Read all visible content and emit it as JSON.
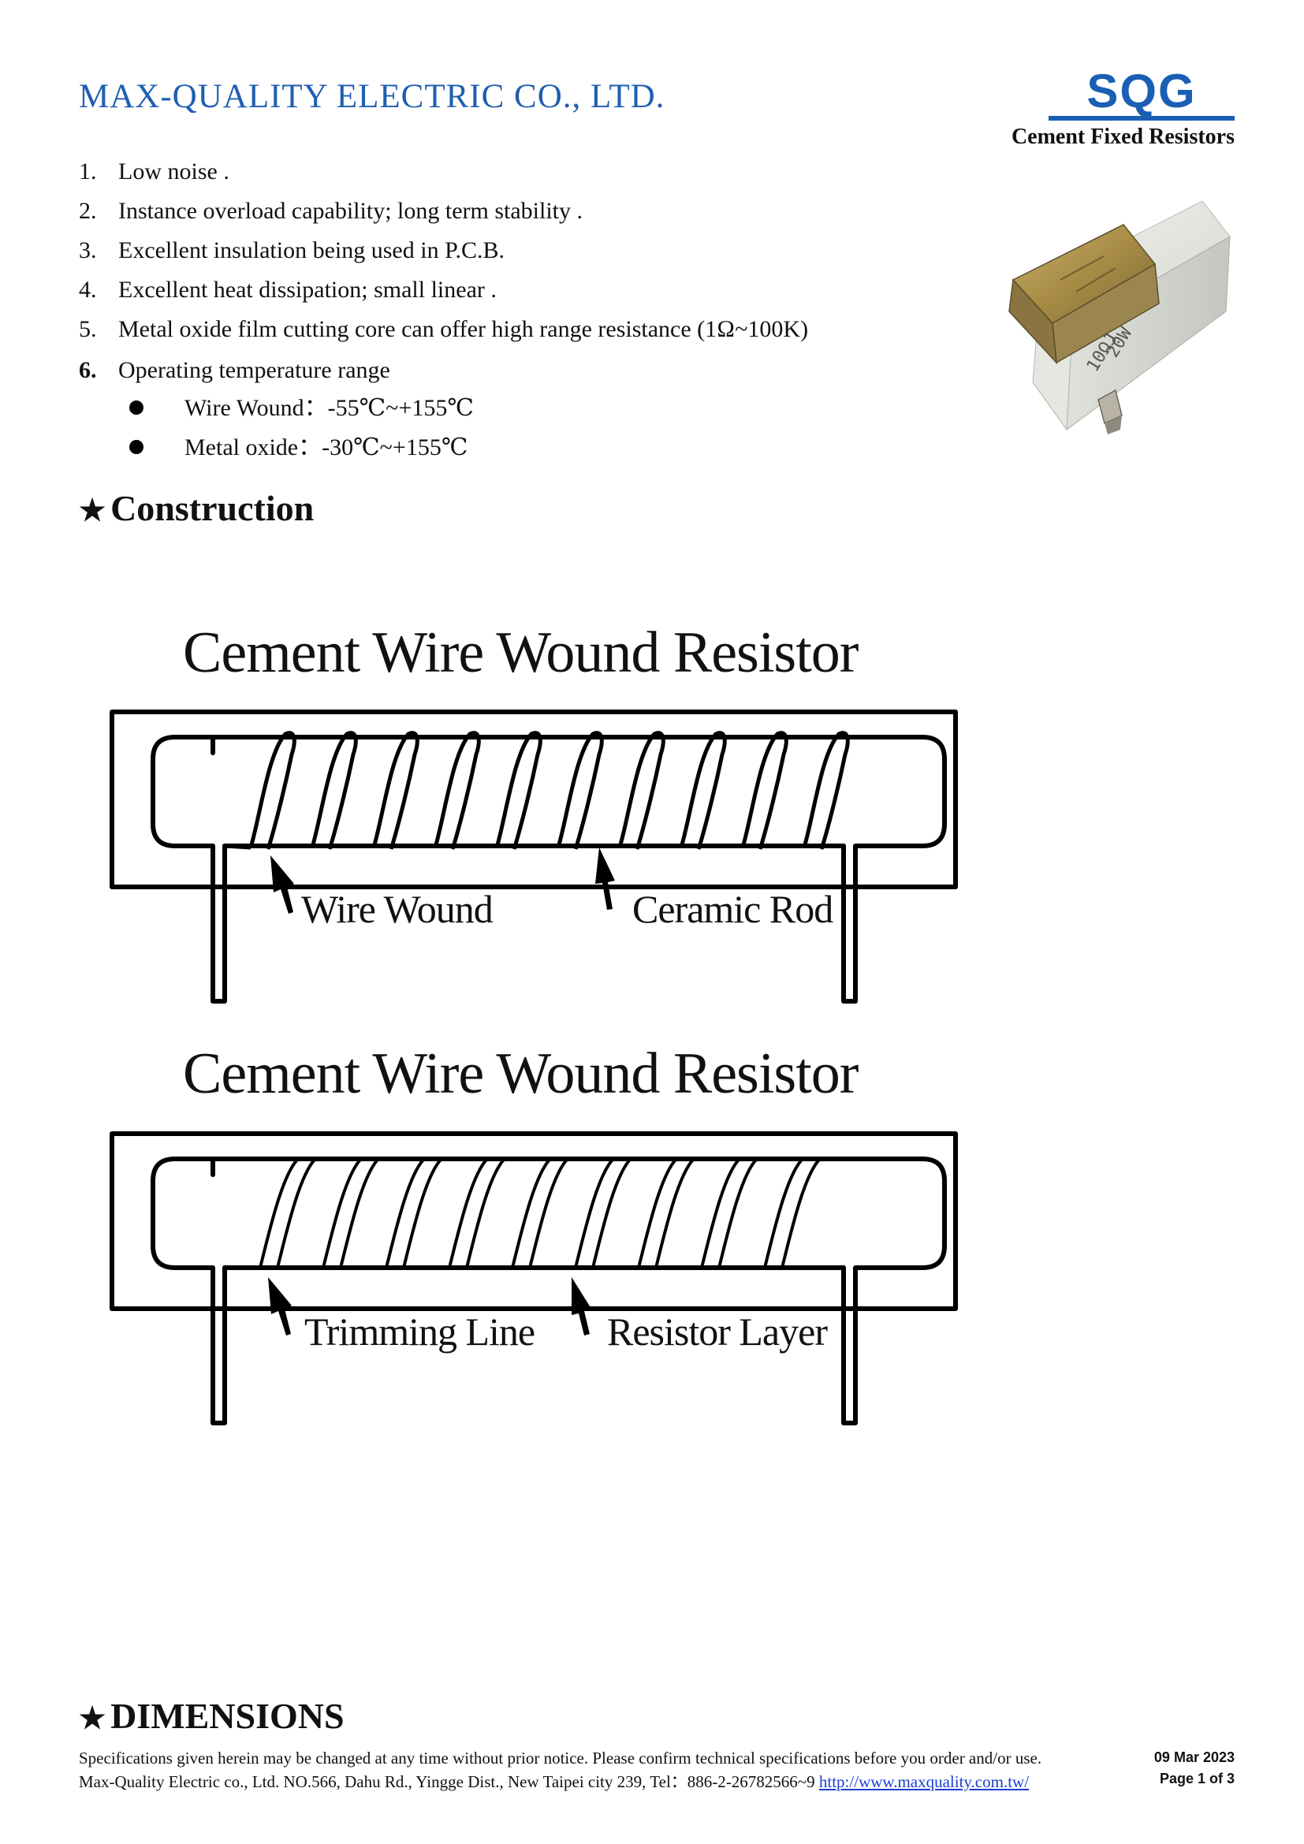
{
  "header": {
    "company": "MAX-QUALITY  ELECTRIC  CO.,  LTD.",
    "logo": "SQG",
    "product": "Cement Fixed Resistors"
  },
  "features": [
    {
      "num": "1.",
      "text": "Low noise ."
    },
    {
      "num": "2.",
      "text": "Instance overload capability; long term stability ."
    },
    {
      "num": "3.",
      "text": "Excellent insulation being used in P.C.B."
    },
    {
      "num": "4.",
      "text": "Excellent heat dissipation; small linear ."
    },
    {
      "num": "5.",
      "text": "Metal oxide film cutting core can offer high range resistance (1Ω~100K)"
    },
    {
      "num": "6.",
      "text": "Operating temperature range"
    }
  ],
  "temperature": [
    {
      "label": "Wire Wound：-55℃~+155℃"
    },
    {
      "label": "Metal oxide：-30℃~+155℃"
    }
  ],
  "photo": {
    "marking_line1": "20W",
    "marking_line2": "10ΩJ"
  },
  "sections": {
    "construction": "Construction",
    "dimensions": "DIMENSIONS",
    "star": "★"
  },
  "diagrams": [
    {
      "title": "Cement Wire Wound Resistor",
      "label_left": "Wire Wound",
      "label_right": "Ceramic Rod"
    },
    {
      "title": "Cement Wire Wound Resistor",
      "label_left": "Trimming Line",
      "label_right": "Resistor Layer"
    }
  ],
  "footer": {
    "notice": "Specifications given herein may be changed at any time without prior notice. Please confirm technical specifications before you order and/or use.",
    "address": "Max-Quality Electric co., Ltd. NO.566, Dahu Rd., Yingge Dist., New Taipei city 239, Tel：886-2-26782566~9 ",
    "url": "http://www.maxquality.com.tw/",
    "date": "09 Mar 2023",
    "page": "Page   1  of   3"
  },
  "colors": {
    "brand": "#1f5fb0",
    "logo": "#1a5fb4",
    "link": "#1a3fd0"
  }
}
